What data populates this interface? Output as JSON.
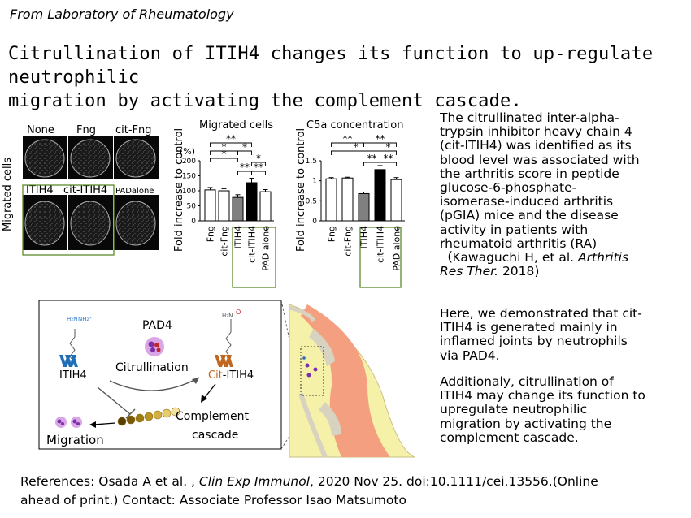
{
  "lab_name": "From Laboratory of Rheumatology",
  "title": {
    "line1": "Citrullination of ITIH4 changes its function to up-regulate neutrophilic",
    "line2": "migration by activating the complement cascade."
  },
  "micrographs": {
    "y_label": "Migrated cells",
    "top_labels": [
      "None",
      "Fng",
      "cit-Fng"
    ],
    "bottom_labels": [
      "ITIH4",
      "cit-ITIH4",
      "PADalone"
    ]
  },
  "stars": {
    "single": "*",
    "double": "**"
  },
  "chart_data": [
    {
      "type": "bar",
      "title": "Migrated cells",
      "ylabel": "Fold increase to control",
      "unit": "(%)",
      "categories": [
        "Fng",
        "cit-Fng",
        "ITIH4",
        "cit-ITIH4",
        "PAD alone"
      ],
      "values": [
        103,
        100,
        78,
        127,
        97
      ],
      "errors": [
        8,
        7,
        9,
        15,
        7
      ],
      "colors": [
        "#ffffff",
        "#ffffff",
        "#808080",
        "#000000",
        "#ffffff"
      ],
      "ylim": [
        0,
        200
      ],
      "yticks": [
        0,
        50,
        100,
        150,
        200
      ],
      "annotations": [
        "**",
        "*",
        "*",
        "*",
        "*",
        "**",
        "**"
      ]
    },
    {
      "type": "bar",
      "title": "C5a concentration",
      "ylabel": "Fold increase to control",
      "categories": [
        "Fng",
        "cit-Fng",
        "ITIH4",
        "cit-ITIH4",
        "PAD alone"
      ],
      "values": [
        1.05,
        1.07,
        0.68,
        1.28,
        1.03
      ],
      "errors": [
        0.03,
        0.02,
        0.04,
        0.1,
        0.05
      ],
      "colors": [
        "#ffffff",
        "#ffffff",
        "#808080",
        "#000000",
        "#ffffff"
      ],
      "ylim": [
        0,
        1.5
      ],
      "yticks": [
        0,
        0.5,
        1,
        1.5
      ],
      "annotations": [
        "**",
        "**",
        "*",
        "*",
        "**",
        "**"
      ]
    }
  ],
  "schematic": {
    "itih4_label": "ITIH4",
    "pad4_label": "PAD4",
    "citrullination_label": "Citrullination",
    "cit_prefix": "Cit",
    "cit_suffix": "-ITIH4",
    "complement_line1": "Complement",
    "complement_line2": "cascade",
    "migration_label": "Migration"
  },
  "description": {
    "para1": [
      "The citrullinated inter-alpha-",
      "trypsin inhibitor heavy chain 4",
      "(cit-ITIH4) was identified as its",
      "blood level was associated with",
      "the arthritis score in peptide",
      "glucose-6-phosphate-",
      "isomerase-induced arthritis",
      "(pGIA) mice and the disease",
      "activity in patients with",
      "rheumatoid arthritis (RA)"
    ],
    "cite_prefix": "（Kawaguchi H, et al. ",
    "cite_journal1": "Arthritis",
    "cite_journal2": "Res Ther.",
    "cite_suffix": " 2018)",
    "para2": [
      "Here, we demonstrated that cit-",
      "ITIH4 is generated mainly in",
      "inflamed joints by neutrophils",
      "via PAD4."
    ],
    "para3": [
      "Additionaly, citrullination of",
      "ITIH4 may change its function to",
      "upregulate neutrophilic",
      "migration by activating the",
      "complement cascade."
    ]
  },
  "references": {
    "prefix": "References: Osada A et al. , ",
    "journal": "Clin Exp Immunol",
    "suffix": ",  2020 Nov 25. doi:10.1111/cei.13556.(Online",
    "line2": "ahead of print.)  Contact: Associate Professor Isao Matsumoto"
  }
}
